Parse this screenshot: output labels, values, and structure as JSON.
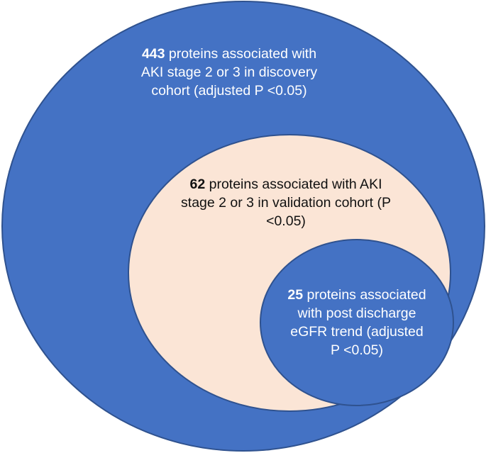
{
  "colors": {
    "outer_fill": "#4472C4",
    "middle_fill": "#FBE5D6",
    "inner_fill": "#4472C4",
    "stroke": "#2F528F"
  },
  "sets": {
    "discovery": {
      "count": "443",
      "line1": "proteins associated with",
      "line2": "AKI stage 2 or 3 in discovery",
      "line3": "cohort (adjusted P <0.05)"
    },
    "validation": {
      "count": "62",
      "line1": "proteins associated with AKI",
      "line2": "stage 2 or 3 in validation cohort (P",
      "line3": "<0.05)"
    },
    "egfr": {
      "count": "25",
      "line1": "proteins associated",
      "line2": "with post discharge",
      "line3": "eGFR trend (adjusted",
      "line4": "P <0.05)"
    }
  }
}
